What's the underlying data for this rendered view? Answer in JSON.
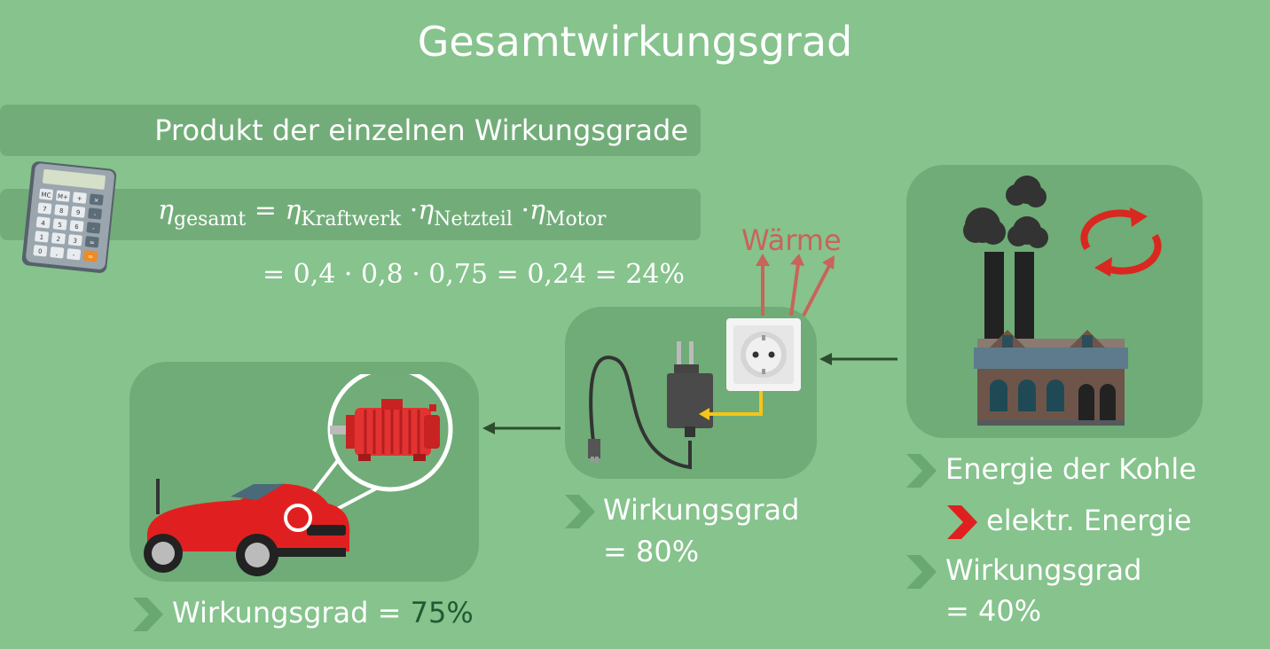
{
  "title": "Gesamtwirkungsgrad",
  "subtitle": "Produkt der einzelnen Wirkungsgrade",
  "formula": {
    "eta": "η",
    "equals": "=",
    "dot": "·",
    "sub_total": "gesamt",
    "sub_plant": "Kraftwerk",
    "sub_psu": "Netzteil",
    "sub_motor": "Motor",
    "calculation": "= 0,4 · 0,8 · 0,75  = 0,24  = 24%"
  },
  "calculator_keys": [
    "MC",
    "M+",
    "+",
    "×",
    "7",
    "8",
    "9",
    "-",
    "4",
    "5",
    "6",
    "-",
    "1",
    "2",
    "3",
    "=",
    "0",
    ",",
    "-",
    "="
  ],
  "heat_label": "Wärme",
  "car": {
    "label": "Wirkungsgrad = ",
    "value": "75%"
  },
  "charger": {
    "label": "Wirkungsgrad",
    "value_line": "= 80%"
  },
  "plant": {
    "line1": "Energie der Kohle",
    "line2": "elektr. Energie",
    "line3": "Wirkungsgrad",
    "line4": "= 40%"
  },
  "colors": {
    "background": "#86c38d",
    "panel": "#6fac77",
    "band": "#72ad79",
    "chevron": "#6aa872",
    "chevron_accent": "#e02020",
    "heat": "#c8645a",
    "car_red": "#e02020",
    "wire_yellow": "#f5c518",
    "arrow": "#2e4d2e",
    "value_dark": "#1f5a34"
  },
  "icons": [
    "calculator-icon",
    "car-icon",
    "electric-motor-icon",
    "charger-icon",
    "wall-socket-icon",
    "power-plant-icon",
    "smoke-icon",
    "cycle-arrows-icon",
    "chevron-icon"
  ]
}
